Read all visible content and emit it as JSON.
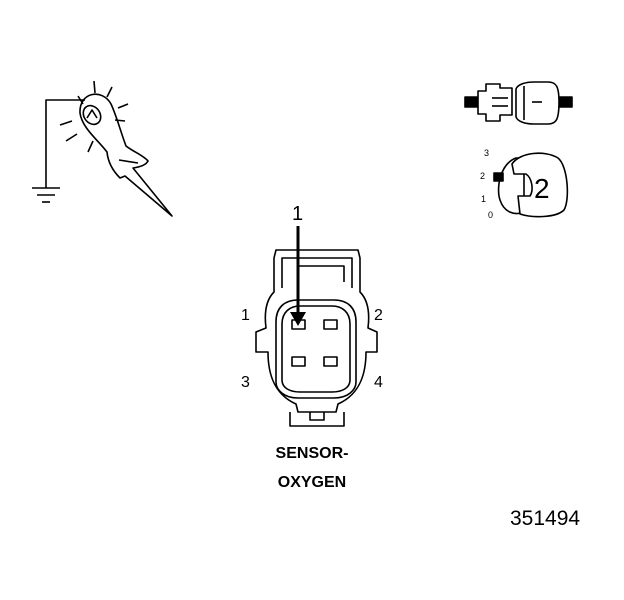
{
  "pointer_number": "1",
  "pins": {
    "p1": "1",
    "p2": "2",
    "p3": "3",
    "p4": "4"
  },
  "caption": {
    "line1": "SENSOR-",
    "line2": "OXYGEN"
  },
  "dial": {
    "mark3": "3",
    "mark2": "2",
    "mark1": "1",
    "mark0": "0",
    "value": "2"
  },
  "figure_id": "351494",
  "icons": [
    "test-light-probe-icon",
    "ground-symbol-icon",
    "connector-adapter-icon",
    "selector-dial-icon"
  ],
  "colors": {
    "line": "#000000",
    "background": "#ffffff"
  }
}
